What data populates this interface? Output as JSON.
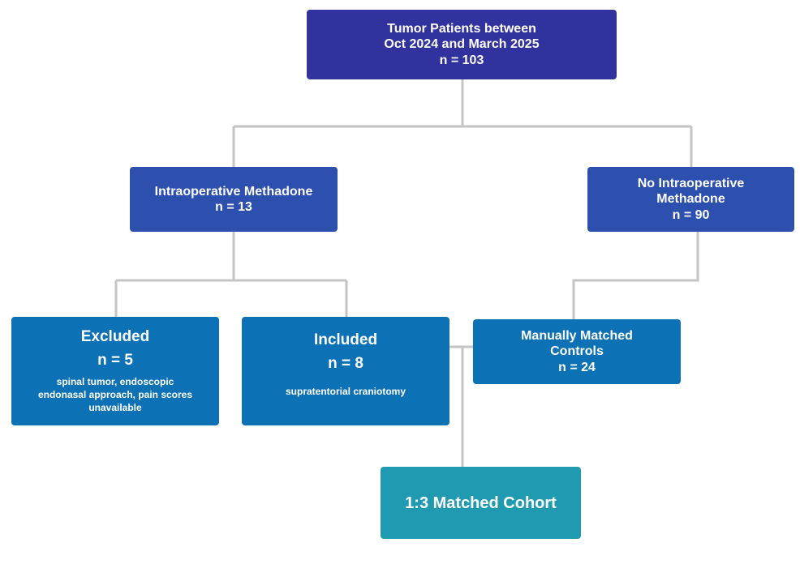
{
  "colors": {
    "top_box": "#32329e",
    "level2_box": "#2d4fae",
    "level3_box": "#0d72b5",
    "cohort_box": "#209ab1",
    "connector": "#c4c4c4",
    "text": "#ffffff"
  },
  "boxes": {
    "top": {
      "line1": "Tumor Patients between",
      "line2": "Oct 2024 and March 2025",
      "count": "n = 103"
    },
    "methadone": {
      "title": "Intraoperative Methadone",
      "count": "n = 13"
    },
    "no_methadone": {
      "line1": "No Intraoperative",
      "line2": "Methadone",
      "count": "n = 90"
    },
    "excluded": {
      "title": "Excluded",
      "count": "n = 5",
      "detail": "spinal tumor, endoscopic endonasal approach, pain scores unavailable"
    },
    "included": {
      "title": "Included",
      "count": "n = 8",
      "detail": "supratentorial craniotomy"
    },
    "controls": {
      "line1": "Manually Matched",
      "line2": "Controls",
      "count": "n = 24"
    },
    "cohort": {
      "title": "1:3 Matched Cohort"
    }
  }
}
